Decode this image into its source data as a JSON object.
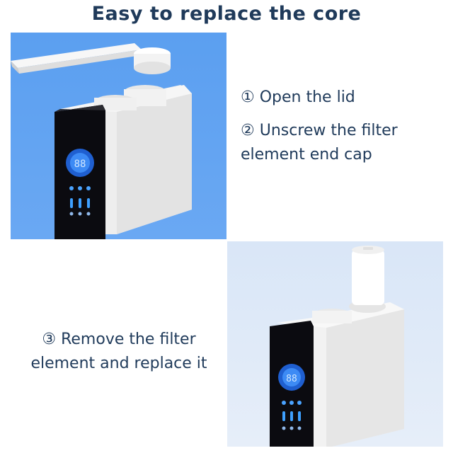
{
  "title": "Easy to replace the core",
  "steps": [
    {
      "number": "①",
      "text": "Open the lid"
    },
    {
      "number": "②",
      "text": "Unscrew the filter element end cap"
    },
    {
      "number": "③",
      "text": "Remove the filter element and replace it"
    }
  ],
  "display_readout": "88",
  "colors": {
    "title": "#1f3a5a",
    "photo_top_background": "#5b9ff0",
    "photo_bottom_background": "#dde8f7",
    "device_body": "#f4f4f4",
    "panel": "#0b0b10",
    "screen_glow": "#2f7cf0"
  }
}
